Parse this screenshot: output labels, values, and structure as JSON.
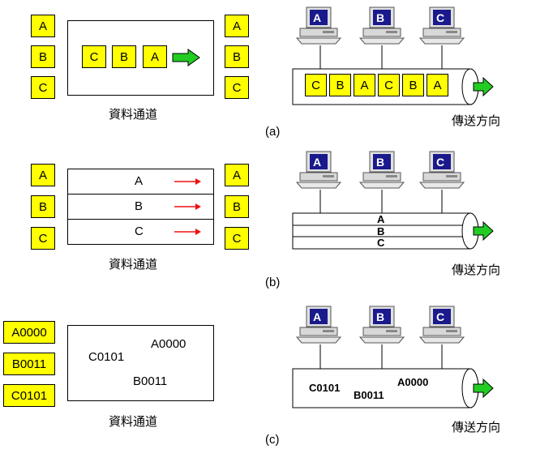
{
  "colors": {
    "box_fill": "#ffff00",
    "arrow_green": "#22cc22",
    "arrow_red": "#ee1111",
    "monitor_screen": "#1a1a8c"
  },
  "channel_caption": "資料通道",
  "direction_caption": "傳送方向",
  "panel_a": {
    "label": "(a)",
    "sources": [
      "A",
      "B",
      "C"
    ],
    "channel_items": [
      "C",
      "B",
      "A"
    ],
    "destinations": [
      "A",
      "B",
      "C"
    ],
    "computers": [
      "A",
      "B",
      "C"
    ],
    "bus_items": [
      "C",
      "B",
      "A",
      "C",
      "B",
      "A"
    ]
  },
  "panel_b": {
    "label": "(b)",
    "sources": [
      "A",
      "B",
      "C"
    ],
    "lanes": [
      "A",
      "B",
      "C"
    ],
    "destinations": [
      "A",
      "B",
      "C"
    ],
    "computers": [
      "A",
      "B",
      "C"
    ],
    "bus_lanes": [
      "A",
      "B",
      "C"
    ]
  },
  "panel_c": {
    "label": "(c)",
    "sources": [
      "A0000",
      "B0011",
      "C0101"
    ],
    "channel_items": [
      "C0101",
      "A0000",
      "B0011"
    ],
    "computers": [
      "A",
      "B",
      "C"
    ],
    "bus_items": [
      "C0101",
      "B0011",
      "A0000"
    ]
  }
}
